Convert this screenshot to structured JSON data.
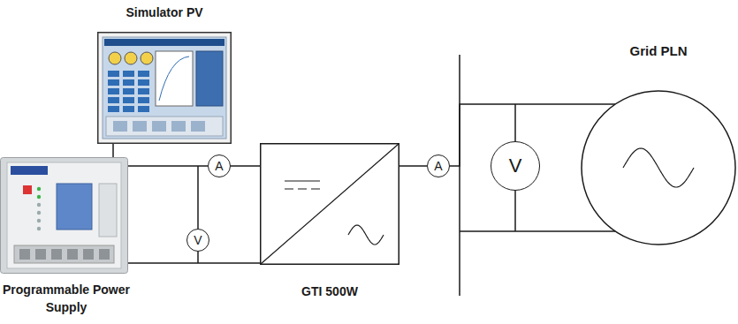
{
  "diagram": {
    "nodes": [
      {
        "text": [
          "Simulator PV"
        ]
      },
      {
        "text": [
          "Programmable Power Supply"
        ]
      },
      {
        "text": [
          "A"
        ]
      },
      {
        "text": [
          "V"
        ]
      },
      {
        "text": [
          "GTI 500W"
        ]
      },
      {
        "text": [
          "A"
        ]
      },
      {
        "text": [
          "V"
        ]
      },
      {
        "text": [
          "Grid PLN"
        ]
      }
    ],
    "edges": [
      {
        "from": 0,
        "to": 1,
        "arrow": "none"
      },
      {
        "from": 1,
        "to": 2,
        "arrow": "none"
      },
      {
        "from": 2,
        "to": 4,
        "arrow": "none"
      },
      {
        "from": 1,
        "to": 4,
        "arrow": "none"
      },
      {
        "from": 4,
        "to": 5,
        "arrow": "none"
      },
      {
        "from": 5,
        "to": 7,
        "arrow": "none"
      }
    ]
  }
}
